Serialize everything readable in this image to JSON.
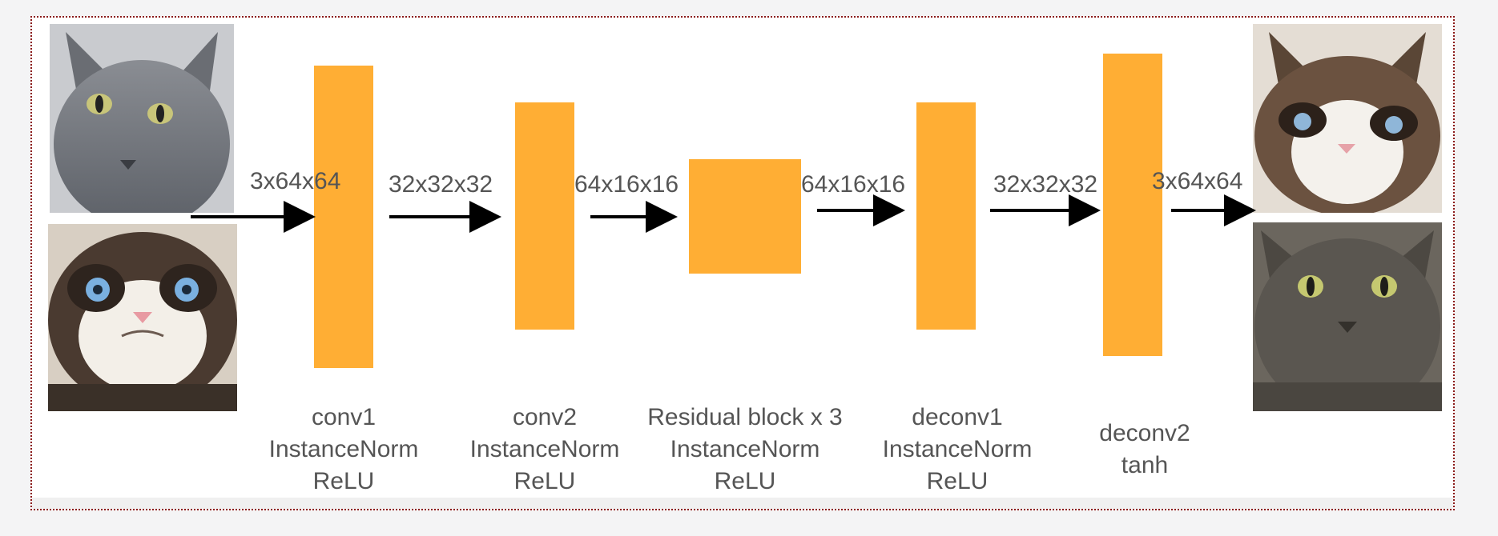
{
  "diagram": {
    "dims": {
      "in_conv1": "3x64x64",
      "conv1_conv2": "32x32x32",
      "conv2_res": "64x16x16",
      "res_deconv1": "64x16x16",
      "deconv1_deconv2": "32x32x32",
      "deconv2_out": "3x64x64"
    },
    "layers": [
      {
        "name": "conv1",
        "lines": [
          "conv1",
          "InstanceNorm",
          "ReLU"
        ]
      },
      {
        "name": "conv2",
        "lines": [
          "conv2",
          "InstanceNorm",
          "ReLU"
        ]
      },
      {
        "name": "residual",
        "lines": [
          "Residual block x 3",
          "InstanceNorm",
          "ReLU"
        ]
      },
      {
        "name": "deconv1",
        "lines": [
          "deconv1",
          "InstanceNorm",
          "ReLU"
        ]
      },
      {
        "name": "deconv2",
        "lines": [
          "deconv2",
          "tanh"
        ]
      }
    ],
    "images": {
      "input_top": "gray-cat-photo",
      "input_bottom": "grumpy-cat-photo",
      "output_top": "grumpy-cat-translated-photo",
      "output_bottom": "gray-cat-translated-photo"
    },
    "colors": {
      "block": "#ffae34",
      "arrow": "#000000",
      "text": "#555555",
      "frame": "#8b1a1a"
    }
  }
}
